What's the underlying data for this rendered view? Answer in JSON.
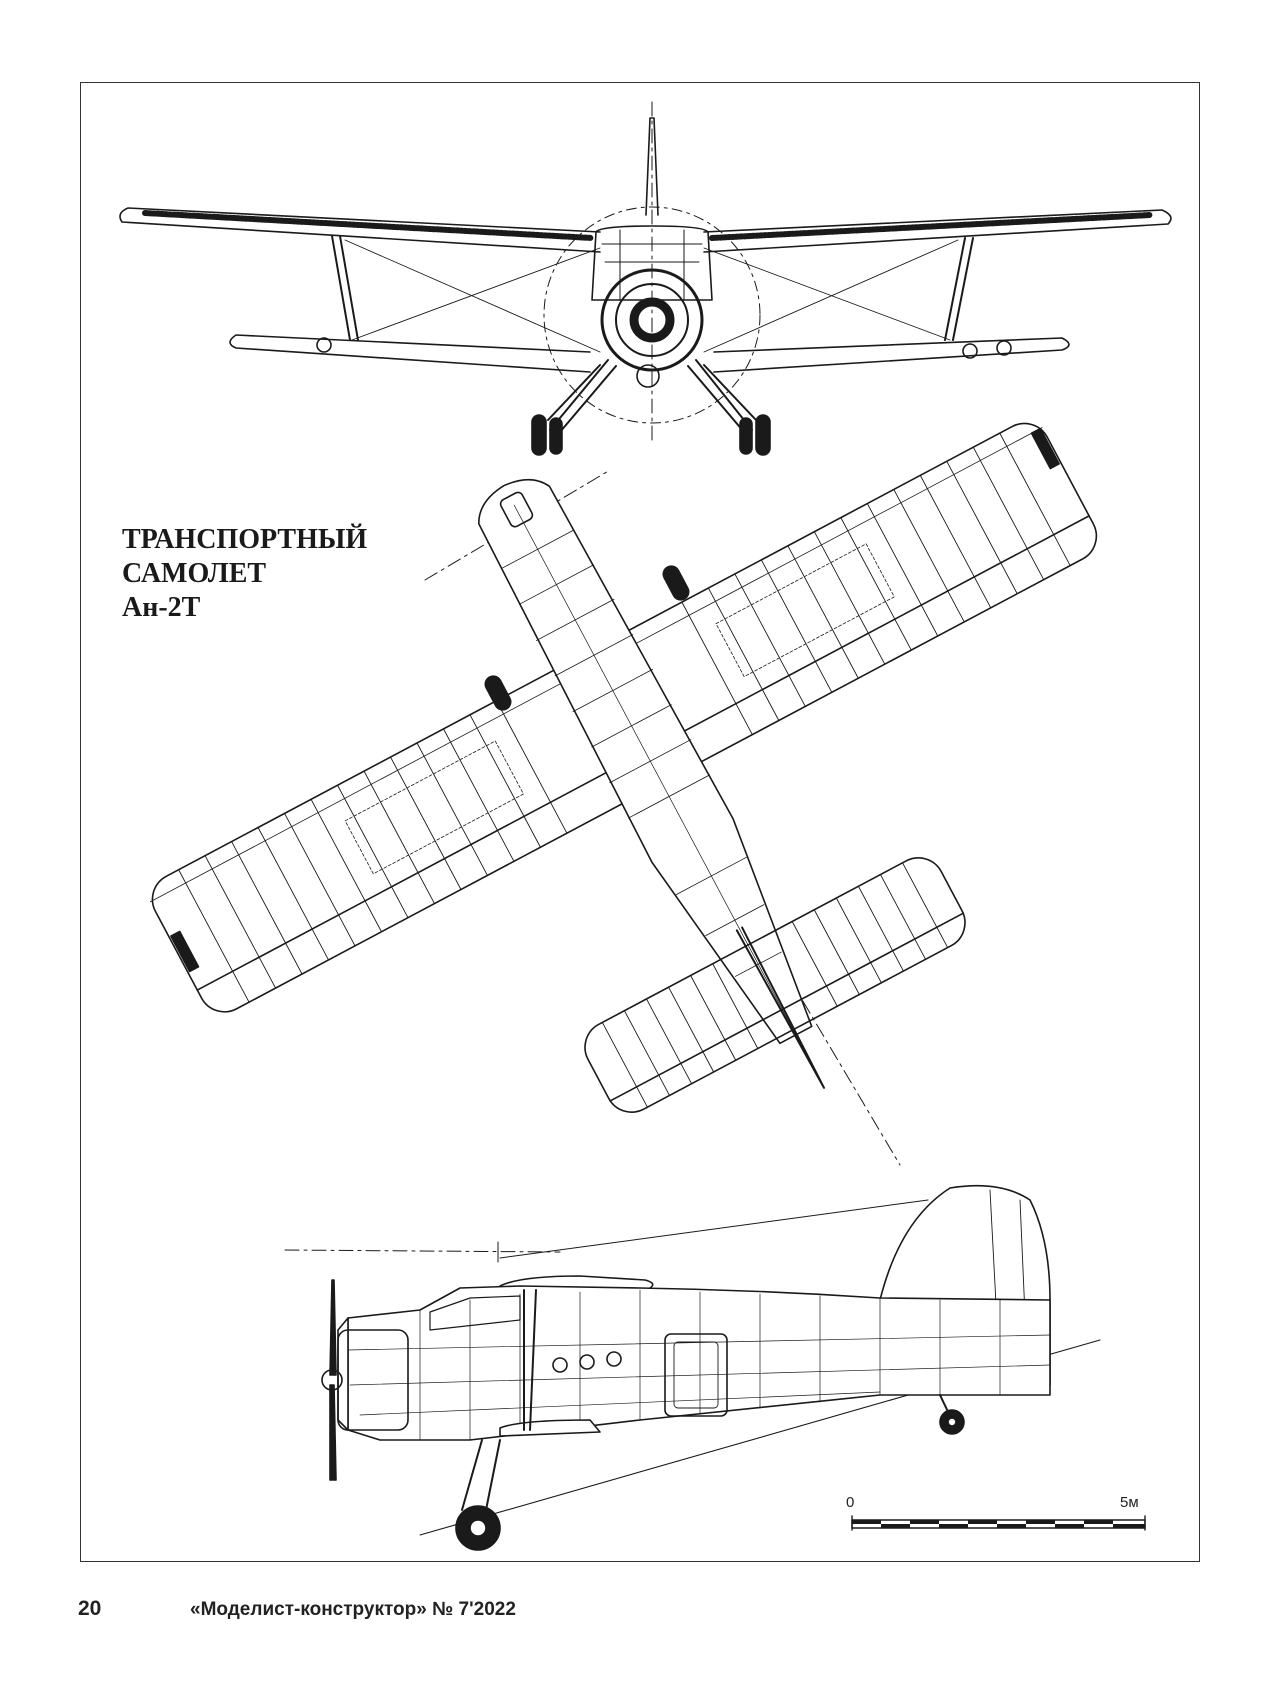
{
  "title": {
    "line1": "ТРАНСПОРТНЫЙ",
    "line2": "САМОЛЕТ",
    "line3": "Ан-2Т"
  },
  "scale": {
    "start": "0",
    "end": "5м"
  },
  "footer": {
    "page_number": "20",
    "magazine": "«Моделист-конструктор» № 7'2022"
  }
}
